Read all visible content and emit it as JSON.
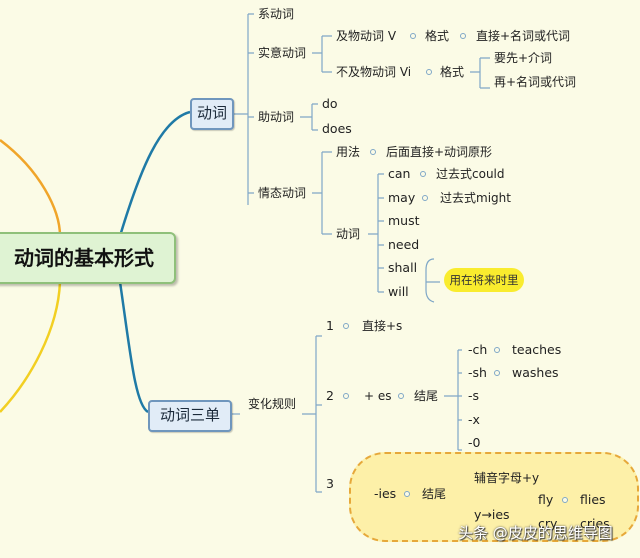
{
  "root": "动词的基本形式",
  "verb": {
    "label": "动词",
    "linking": "系动词",
    "notional": {
      "label": "实意动词",
      "transitive": {
        "label": "及物动词 V",
        "pattern_label": "格式",
        "pattern": "直接+名词或代词"
      },
      "intransitive": {
        "label": "不及物动词 Vi",
        "pattern_label": "格式",
        "patterns": [
          "要先+介词",
          "再+名词或代词"
        ]
      }
    },
    "auxiliary": {
      "label": "助动词",
      "items": [
        "do",
        "does"
      ]
    },
    "modal": {
      "label": "情态动词",
      "usage_label": "用法",
      "usage": "后面直接+动词原形",
      "verbs_label": "动词",
      "verbs": [
        "can",
        "may",
        "must",
        "need",
        "shall",
        "will"
      ],
      "can_past": "过去式could",
      "may_past": "过去式might",
      "future_note": "用在将来时里"
    }
  },
  "third_person": {
    "label": "动词三单",
    "rules_label": "变化规则",
    "rule1": {
      "num": "1",
      "text": "直接+s"
    },
    "rule2": {
      "num": "2",
      "text": "+ es",
      "ending_label": "结尾",
      "endings": [
        "-ch",
        "-sh",
        "-s",
        "-x",
        "-0"
      ],
      "examples": [
        "teaches",
        "washes"
      ]
    },
    "rule3": {
      "num": "3",
      "text": "-ies",
      "ending_label": "结尾",
      "condition": "辅音字母+y",
      "change": "y→ies",
      "pairs": [
        [
          "fly",
          "flies"
        ],
        [
          "cry",
          "cries"
        ]
      ]
    }
  },
  "watermark": "头条 @皮皮的思维导图",
  "colors": {
    "branch_blue": "#1f7aa6",
    "branch_orange": "#f0a52a",
    "branch_yellow": "#f2cf22",
    "line": "#7fa7c7"
  }
}
